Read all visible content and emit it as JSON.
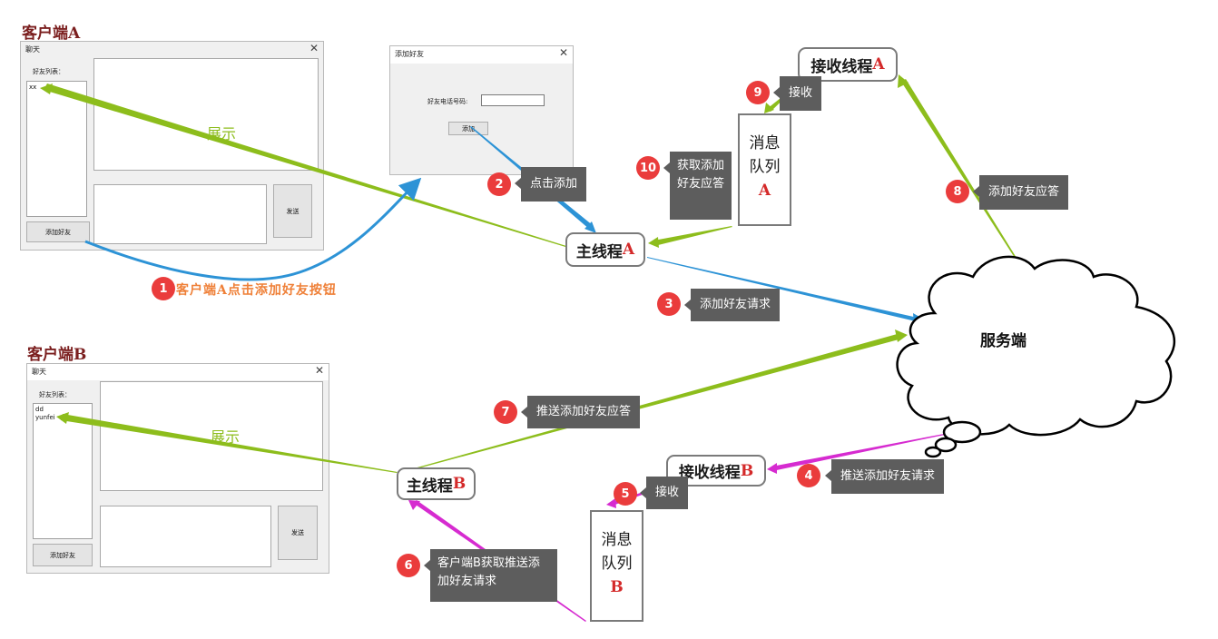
{
  "client_a": {
    "title": "客户端A",
    "window_title": "聊天",
    "friend_list_label": "好友列表：",
    "friends": [
      "xx"
    ],
    "add_friend_button": "添加好友",
    "send_button": "发送"
  },
  "add_dialog": {
    "title": "添加好友",
    "phone_label": "好友电话号码:",
    "add_button": "添加"
  },
  "client_b": {
    "title": "客户端B",
    "window_title": "聊天",
    "friend_list_label": "好友列表：",
    "friends": [
      "dd",
      "yunfei"
    ],
    "add_friend_button": "添加好友",
    "send_button": "发送"
  },
  "nodes": {
    "main_a_text": "主线程",
    "main_a_letter": "A",
    "main_b_text": "主线程",
    "main_b_letter": "B",
    "recv_a_text": "接收线程",
    "recv_a_letter": "A",
    "recv_b_text": "接收线程",
    "recv_b_letter": "B",
    "queue_a_line1": "消息",
    "queue_a_line2": "队列",
    "queue_a_letter": "A",
    "queue_b_line1": "消息",
    "queue_b_line2": "队列",
    "queue_b_letter": "B",
    "server": "服务端"
  },
  "steps": [
    {
      "num": "1",
      "text": "客户端A点击添加好友按钮"
    },
    {
      "num": "2",
      "text": "点击添加"
    },
    {
      "num": "3",
      "text": "添加好友请求"
    },
    {
      "num": "4",
      "text": "推送添加好友请求"
    },
    {
      "num": "5",
      "text": "接收"
    },
    {
      "num": "6",
      "text": "客户端B获取推送添加好友请求"
    },
    {
      "num": "7",
      "text": "推送添加好友应答"
    },
    {
      "num": "8",
      "text": "添加好友应答"
    },
    {
      "num": "9",
      "text": "接收"
    },
    {
      "num": "10",
      "text": "获取添加好友应答"
    }
  ],
  "edge_labels": {
    "show_a": "展示",
    "show_b": "展示"
  },
  "colors": {
    "green": "#8dbd1c",
    "blue": "#2d93d6",
    "magenta": "#d62bd0",
    "badge": "#ea3c3c",
    "note": "#5d5d5d",
    "title": "#7b1f1f",
    "caption": "#ef8038",
    "highlight": "#d42a2a"
  }
}
